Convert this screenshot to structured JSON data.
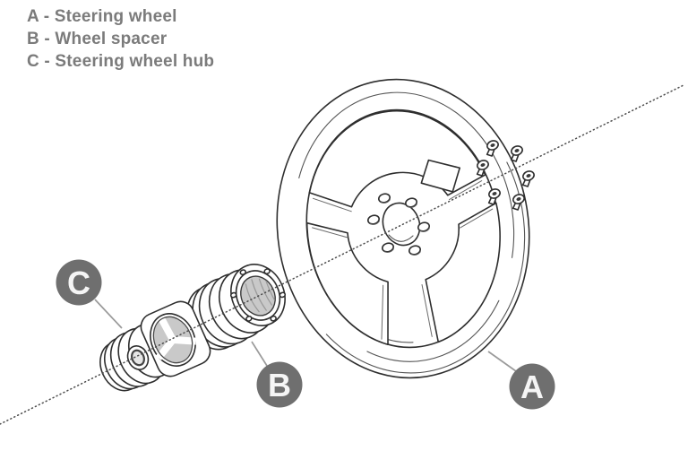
{
  "figure": {
    "type": "exploded parts diagram",
    "subject": "Steering wheel assembly"
  },
  "legend": {
    "items": [
      {
        "letter": "A",
        "text": "A - Steering wheel"
      },
      {
        "letter": "B",
        "text": "B - Wheel spacer"
      },
      {
        "letter": "C",
        "text": "C - Steering wheel hub"
      }
    ]
  },
  "badges": {
    "a": {
      "letter": "A"
    },
    "b": {
      "letter": "B"
    },
    "c": {
      "letter": "C"
    }
  },
  "colors": {
    "background": "#ffffff",
    "line_art": "#2e2e2e",
    "shading": "#c9c9c9",
    "badge": "#6f6f6f",
    "badge_text": "#f5f5f5",
    "legend_text": "#7b7b7b"
  }
}
